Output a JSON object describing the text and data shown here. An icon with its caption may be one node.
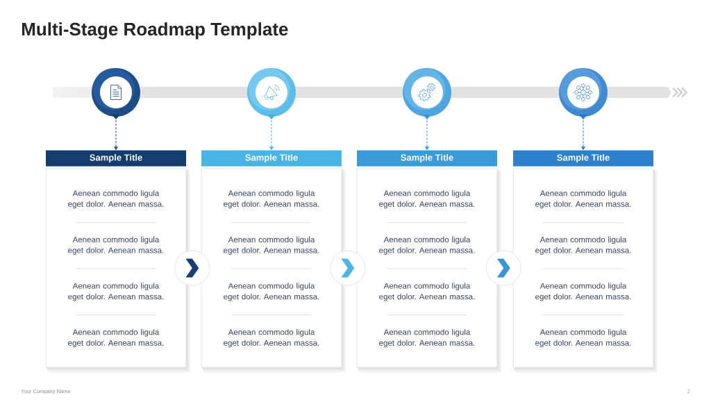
{
  "diagram": {
    "title": "Multi-Stage Roadmap Template",
    "nodes": [
      {
        "text": [],
        "shape": "circle"
      },
      {
        "text": [
          "Sample Title"
        ]
      },
      {
        "text": [
          "Aenean commodo ligula eget dolor. Aenean massa.",
          "Aenean commodo ligula eget dolor. Aenean massa.",
          "Aenean commodo ligula eget dolor. Aenean massa.",
          "Aenean commodo ligula eget dolor. Aenean massa."
        ]
      },
      {
        "text": [],
        "shape": "circle"
      },
      {
        "text": [
          "Sample Title"
        ]
      },
      {
        "text": [
          "Aenean commodo ligula eget dolor. Aenean massa.",
          "Aenean commodo ligula eget dolor. Aenean massa.",
          "Aenean commodo ligula eget dolor. Aenean massa.",
          "Aenean commodo ligula eget dolor. Aenean massa."
        ]
      },
      {
        "text": [],
        "shape": "circle"
      },
      {
        "text": [
          "Sample Title"
        ]
      },
      {
        "text": [
          "Aenean commodo ligula eget dolor. Aenean massa.",
          "Aenean commodo ligula eget dolor. Aenean massa.",
          "Aenean commodo ligula eget dolor. Aenean massa.",
          "Aenean commodo ligula eget dolor. Aenean massa."
        ]
      },
      {
        "text": [],
        "shape": "circle"
      },
      {
        "text": [
          "Sample Title"
        ]
      },
      {
        "text": [
          "Aenean commodo ligula eget dolor. Aenean massa.",
          "Aenean commodo ligula eget dolor. Aenean massa.",
          "Aenean commodo ligula eget dolor. Aenean massa.",
          "Aenean commodo ligula eget dolor. Aenean massa."
        ]
      }
    ],
    "edges": [
      {
        "from": 0,
        "to": 1,
        "arrow": "to",
        "style": "dashed",
        "color": "#2a5590"
      },
      {
        "from": 3,
        "to": 4,
        "arrow": "to",
        "style": "dashed",
        "color": "#4ab5e6"
      },
      {
        "from": 6,
        "to": 7,
        "arrow": "to",
        "style": "dashed",
        "color": "#3a9ad9"
      },
      {
        "from": 9,
        "to": 10,
        "arrow": "to",
        "style": "dashed",
        "color": "#2f80cc"
      },
      {
        "from": 2,
        "to": 5,
        "arrow": "to",
        "color": "#163e72"
      },
      {
        "from": 5,
        "to": 8,
        "arrow": "to",
        "color": "#4ab5e6"
      },
      {
        "from": 8,
        "to": 11,
        "arrow": "to",
        "color": "#3a96d8"
      }
    ],
    "labels": [
      "Your Company Name",
      "2"
    ]
  }
}
